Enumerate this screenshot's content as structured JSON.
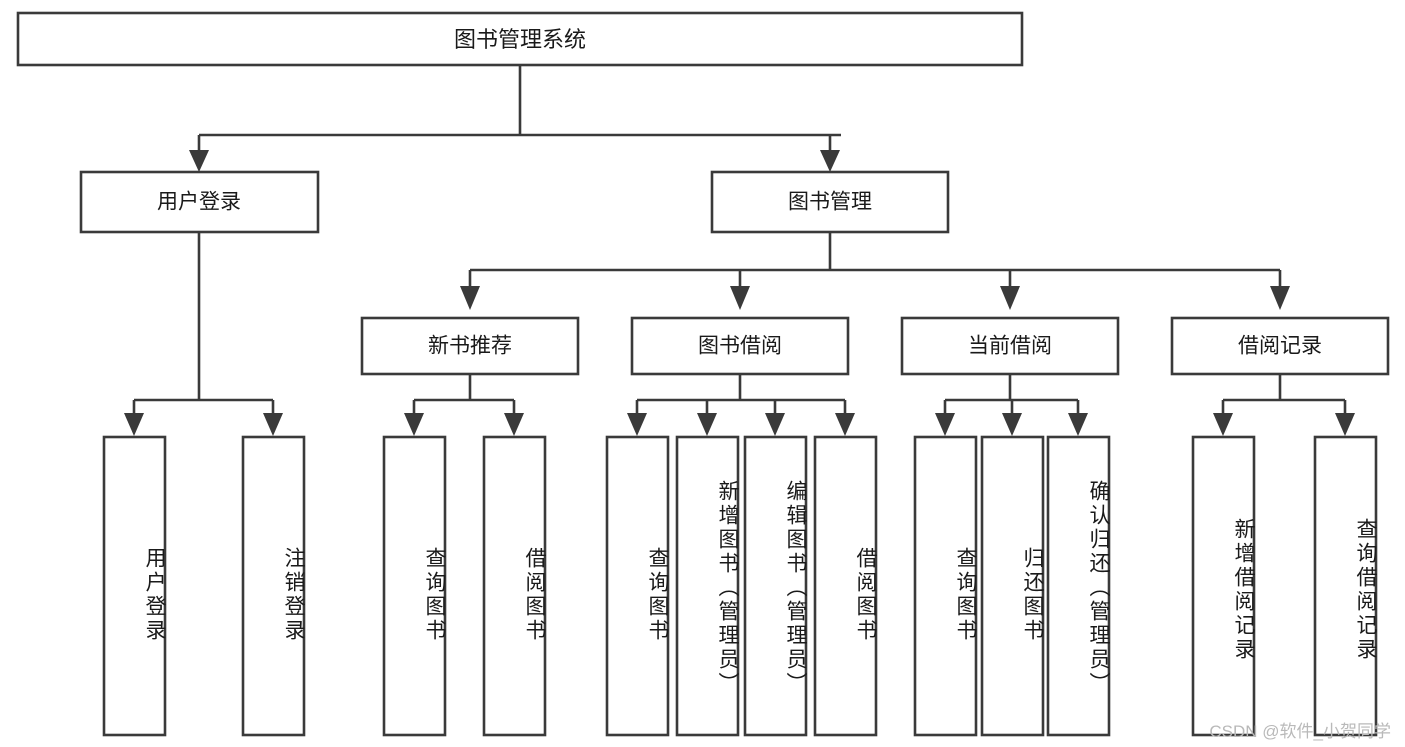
{
  "diagram": {
    "type": "tree-hierarchy",
    "title": "图书管理系统",
    "watermark": "CSDN @软件_小贺同学",
    "colors": {
      "stroke": "#3a3a3a",
      "box_fill": "#ffffff",
      "text": "#1a1a1a",
      "background": "#ffffff",
      "watermark": "#b9b9b9"
    },
    "nodes": {
      "root": {
        "label": "图书管理系统"
      },
      "level2": [
        {
          "label": "用户登录"
        },
        {
          "label": "图书管理"
        }
      ],
      "level3": [
        {
          "label": "新书推荐"
        },
        {
          "label": "图书借阅"
        },
        {
          "label": "当前借阅"
        },
        {
          "label": "借阅记录"
        }
      ],
      "leaves": [
        {
          "label": "用户登录"
        },
        {
          "label": "注销登录"
        },
        {
          "label": "查询图书"
        },
        {
          "label": "借阅图书"
        },
        {
          "label": "查询图书"
        },
        {
          "label": "新增图书（管理员）"
        },
        {
          "label": "编辑图书（管理员）"
        },
        {
          "label": "借阅图书"
        },
        {
          "label": "查询图书"
        },
        {
          "label": "归还图书"
        },
        {
          "label": "确认归还（管理员）"
        },
        {
          "label": "新增借阅记录"
        },
        {
          "label": "查询借阅记录"
        }
      ]
    }
  }
}
